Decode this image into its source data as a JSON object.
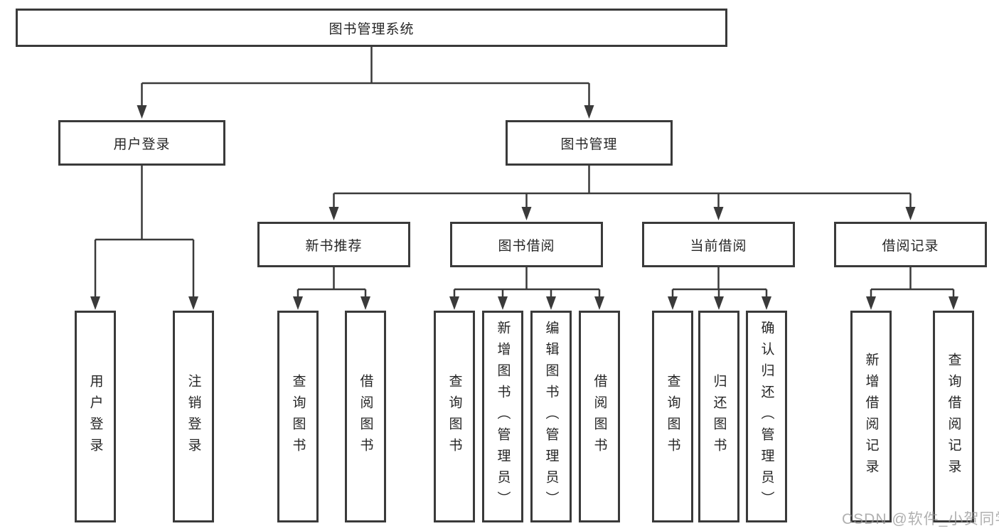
{
  "diagram": {
    "title": "图书管理系统",
    "root": {
      "label": "图书管理系统",
      "children": [
        {
          "label": "用户登录",
          "children": [
            {
              "label": "用户登录"
            },
            {
              "label": "注销登录"
            }
          ]
        },
        {
          "label": "图书管理",
          "children": [
            {
              "label": "新书推荐",
              "children": [
                {
                  "label": "查询图书"
                },
                {
                  "label": "借阅图书"
                }
              ]
            },
            {
              "label": "图书借阅",
              "children": [
                {
                  "label": "查询图书"
                },
                {
                  "label": "新增图书（管理员）"
                },
                {
                  "label": "编辑图书（管理员）"
                },
                {
                  "label": "借阅图书"
                }
              ]
            },
            {
              "label": "当前借阅",
              "children": [
                {
                  "label": "查询图书"
                },
                {
                  "label": "归还图书"
                },
                {
                  "label": "确认归还（管理员）"
                }
              ]
            },
            {
              "label": "借阅记录",
              "children": [
                {
                  "label": "新增借阅记录"
                },
                {
                  "label": "查询借阅记录"
                }
              ]
            }
          ]
        }
      ]
    }
  },
  "watermark": {
    "text": "CSDN @软件_小贺同学"
  },
  "colors": {
    "background": "#ffffff",
    "line": "#3a3a3a",
    "box_border": "#3a3a3a",
    "text": "#262626",
    "watermark": "#969696"
  }
}
